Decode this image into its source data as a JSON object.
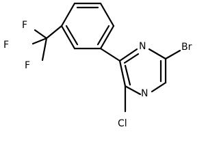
{
  "molecule": {
    "atoms": {
      "bromine": "Br",
      "chlorine": "Cl",
      "nitrogen_upper": "N",
      "nitrogen_lower": "N",
      "fluorine_top": "F",
      "fluorine_left": "F",
      "fluorine_bottom": "F"
    }
  }
}
